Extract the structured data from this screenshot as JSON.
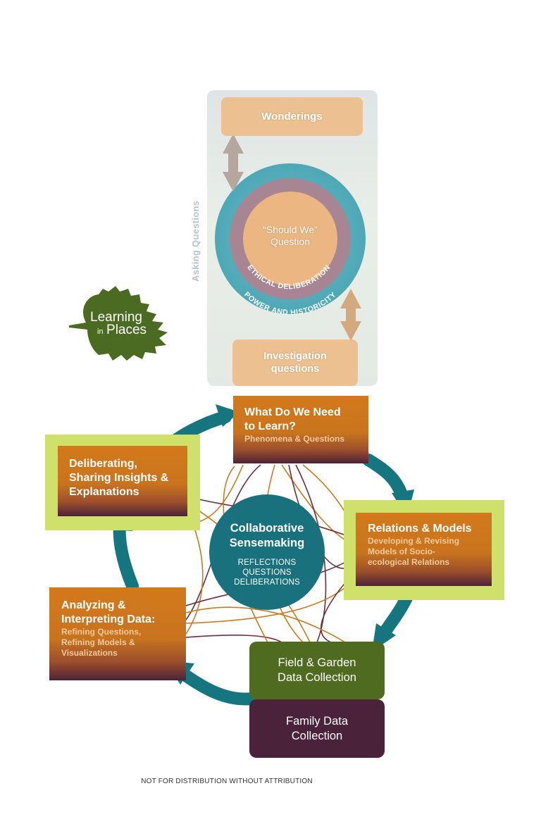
{
  "asking_questions": {
    "side_label": "Asking Questions",
    "wonderings": "Wonderings",
    "should_we": [
      "“Should We”",
      "Question"
    ],
    "ring_ethical": "ETHICAL DELIBERATION",
    "ring_power": "POWER AND HISTORICITY",
    "investigation": [
      "Investigation",
      "questions"
    ]
  },
  "logo": {
    "line1": "Learning",
    "line2": "in",
    "line3": "Places"
  },
  "cycle": {
    "what": {
      "title": [
        "What Do We Need",
        "to Learn?"
      ],
      "subtitle": "Phenomena & Questions"
    },
    "relations": {
      "title": "Relations & Models",
      "subtitle": [
        "Developing & Revising",
        "Models of Socio-",
        "ecological Relations"
      ]
    },
    "field": [
      "Field & Garden",
      "Data Collection"
    ],
    "family": [
      "Family Data",
      "Collection"
    ],
    "analyzing": {
      "title": [
        "Analyzing &",
        "Interpreting Data:"
      ],
      "subtitle": [
        "Refining Questions,",
        "Refining Models &",
        "Visualizations"
      ]
    },
    "deliberating": {
      "title": [
        "Deliberating,",
        "Sharing Insights &",
        "Explanations"
      ]
    }
  },
  "center": {
    "title": [
      "Collaborative",
      "Sensemaking"
    ],
    "items": [
      "REFLECTIONS",
      "QUESTIONS",
      "DELIBERATIONS"
    ]
  },
  "footer": "NOT FOR DISTRIBUTION WITHOUT ATTRIBUTION",
  "colors": {
    "orange": "#d3791b",
    "teal_arrow": "#167680",
    "highlight": "#d0e16b",
    "field_green": "#4f6b1f",
    "family_purple": "#4a2239",
    "peach": "#ecc090",
    "center_teal": "#18717c",
    "leaf_green": "#4c6b22"
  },
  "icons": [
    "leaf-logo-icon",
    "double-arrow-icon",
    "cycle-arrow-icon"
  ]
}
